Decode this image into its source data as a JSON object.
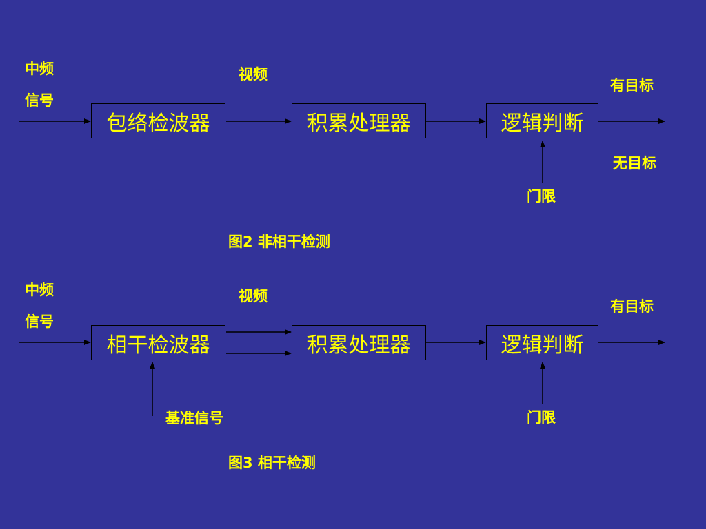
{
  "diagram1": {
    "input_label_line1": "中频",
    "input_label_line2": "信号",
    "video_label": "视频",
    "box1": "包络检波器",
    "box2": "积累处理器",
    "box3": "逻辑判断",
    "output_yes": "有目标",
    "output_no": "无目标",
    "threshold": "门限",
    "caption": "图2 非相干检测"
  },
  "diagram2": {
    "input_label_line1": "中频",
    "input_label_line2": "信号",
    "video_label": "视频",
    "box1": "相干检波器",
    "box2": "积累处理器",
    "box3": "逻辑判断",
    "output_yes": "有目标",
    "reference": "基准信号",
    "threshold": "门限",
    "caption": "图3 相干检测"
  },
  "colors": {
    "background": "#333399",
    "text": "#ffff00",
    "lines": "#000000"
  }
}
